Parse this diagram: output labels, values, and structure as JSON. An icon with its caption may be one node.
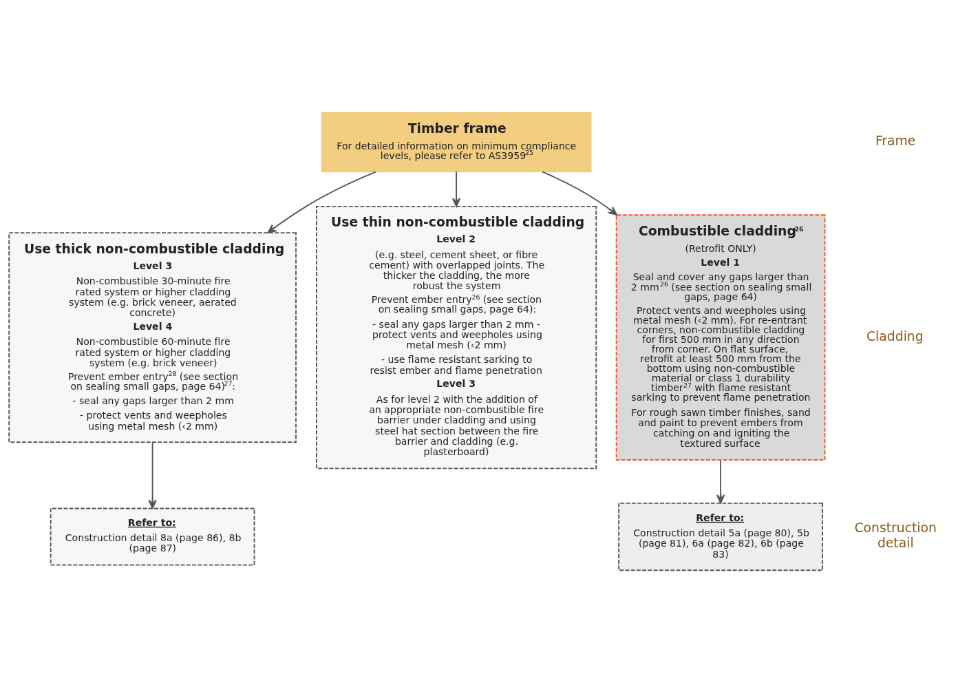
{
  "diagram": {
    "nodes": [
      {
        "text": [
          "Timber frame",
          "For detailed information on minimum compliance levels, please refer to AS3959$^{25}$"
        ]
      },
      {
        "text": [
          "Use thick non-combustible cladding",
          "Level 3",
          "Non-combustible 30-minute fire rated system or higher cladding system (e.g. brick veneer, aerated concrete)",
          "Level 4",
          "Non-combustible 60-minute fire rated system or higher cladding system (e.g. brick veneer)",
          "Prevent ember entry$^{28}$ (see section on sealing small gaps, page 64)$^{27}$:",
          "- seal any gaps larger than 2 mm",
          "- protect vents and weepholes using metal mesh (‹2 mm)"
        ]
      },
      {
        "text": [
          "Use thin non-combustible cladding",
          "Level 2",
          "(e.g. steel, cement sheet, or fibre cement) with overlapped joints. The thicker the cladding, the more robust the system",
          "Prevent ember entry$^{26}$ (see section on sealing small gaps, page 64):",
          "- seal any gaps larger than 2 mm - protect vents and weepholes using metal mesh (‹2 mm)",
          "- use flame resistant sarking to resist ember and flame penetration",
          "Level 3",
          "As for level 2 with the addition of an appropriate non-combustible fire barrier under cladding and using steel hat section between the fire barrier and cladding (e.g. plasterboard)"
        ]
      },
      {
        "text": [
          "Combustible cladding$^{26}$",
          "(Retrofit ONLY)",
          "Level 1",
          "Seal and cover any gaps larger than 2 mm$^{26}$ (see section on sealing small gaps, page 64)",
          "Protect vents and weepholes using metal mesh (‹2 mm). For re-entrant corners, non-combustible cladding for first 500 mm in any direction from corner. On flat surface, retrofit at least 500 mm from the bottom using non-combustible material or class 1 durability timber$^{27}$ with flame resistant sarking to prevent flame penetration",
          "For rough sawn timber finishes, sand and paint to prevent embers from catching on and igniting the textured surface"
        ]
      },
      {
        "text": [
          "Refer to:",
          "Construction detail 8a (page 86), 8b (page 87)"
        ]
      },
      {
        "text": [
          "Refer to:",
          "Construction detail 5a (page 80), 5b (page 81), 6a (page 82), 6b (page 83)"
        ]
      }
    ],
    "edges": [
      {
        "from": 0,
        "to": 1,
        "arrow": "to"
      },
      {
        "from": 0,
        "to": 2,
        "arrow": "to"
      },
      {
        "from": 0,
        "to": 3,
        "arrow": "to"
      },
      {
        "from": 1,
        "to": 4,
        "arrow": "to"
      },
      {
        "from": 3,
        "to": 5,
        "arrow": "to"
      }
    ],
    "labels": [
      "Frame",
      "Cladding",
      "Construction detail"
    ]
  }
}
